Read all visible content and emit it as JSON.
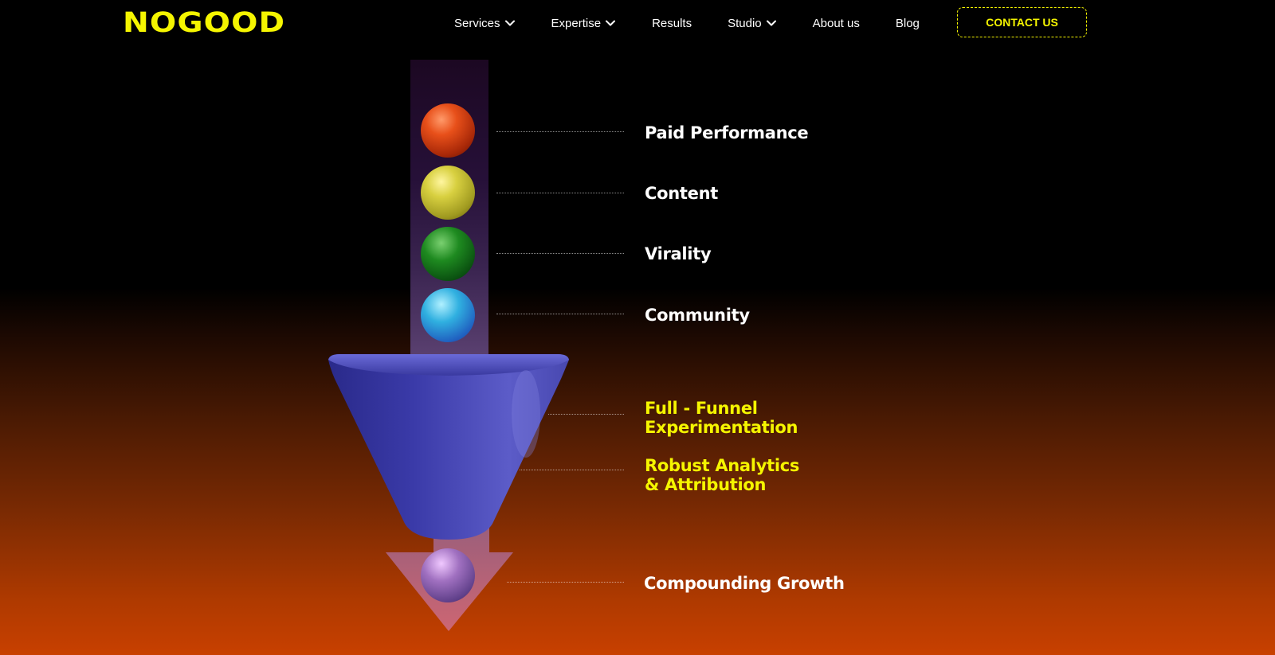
{
  "header": {
    "logo": "NOGOOD",
    "nav": [
      {
        "label": "Services",
        "has_dropdown": true
      },
      {
        "label": "Expertise",
        "has_dropdown": true
      },
      {
        "label": "Results",
        "has_dropdown": false
      },
      {
        "label": "Studio",
        "has_dropdown": true
      },
      {
        "label": "About us",
        "has_dropdown": false
      },
      {
        "label": "Blog",
        "has_dropdown": false
      }
    ],
    "contact": "CONTACT US"
  },
  "funnel": {
    "inputs": [
      {
        "label": "Paid Performance",
        "color": "#d8401a"
      },
      {
        "label": "Content",
        "color": "#c8c030"
      },
      {
        "label": "Virality",
        "color": "#1a7a1a"
      },
      {
        "label": "Community",
        "color": "#3aa0e0"
      }
    ],
    "process": [
      {
        "line1": "Full - Funnel",
        "line2": "Experimentation"
      },
      {
        "line1": "Robust Analytics",
        "line2": "& Attribution"
      }
    ],
    "output": {
      "label": "Compounding Growth",
      "color": "#9060b0"
    }
  },
  "colors": {
    "brand_yellow": "#f5f500",
    "funnel_blue": "#4a4ab8",
    "background_bottom": "#c84000"
  }
}
